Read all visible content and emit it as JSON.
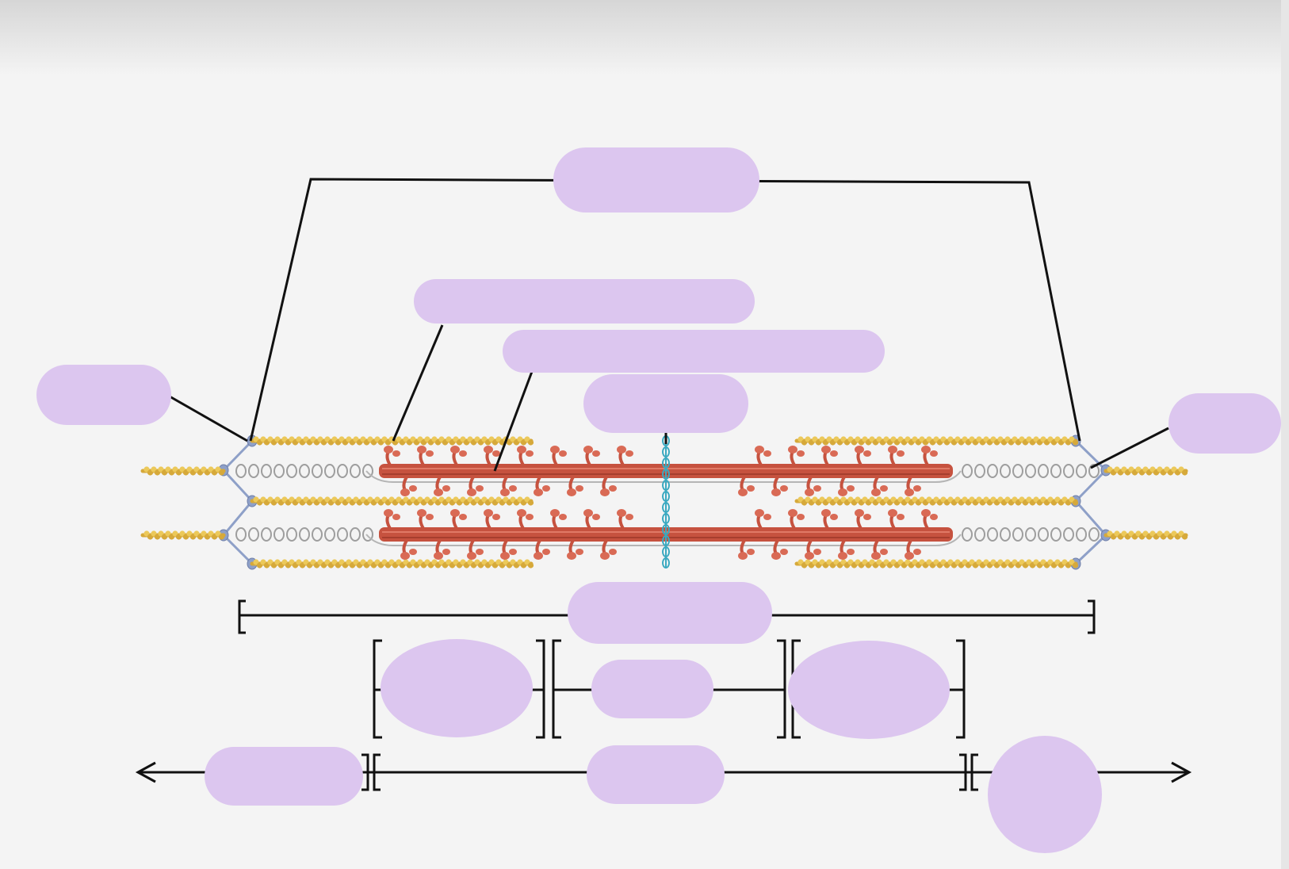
{
  "diagram": {
    "subject": "sarcomere",
    "colors": {
      "background": "#f4f4f4",
      "line": "#111111",
      "label_mask": "#dcc6ef",
      "thin_filament": "#d6a93a",
      "thin_filament_light": "#ecc95a",
      "titin": "#9e9e9e",
      "thick_filament": "#c6523f",
      "myosin_head": "#d96a55",
      "m_line": "#3aa9c0",
      "z_disc": "#8ea0c8"
    },
    "hidden_labels": [
      "top-bracket-label",
      "upper-pointer-label",
      "middle-pointer-label",
      "center-label",
      "left-side-label",
      "right-side-label",
      "full-width-bracket-label",
      "left-segment-label",
      "middle-segment-label",
      "right-segment-label",
      "bottom-left-label",
      "bottom-middle-label",
      "bottom-right-label"
    ]
  }
}
